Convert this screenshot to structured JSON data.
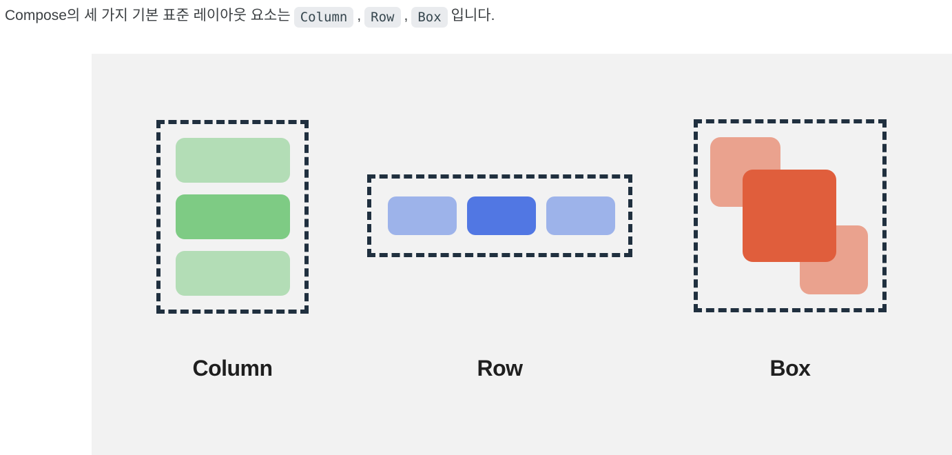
{
  "paragraph": {
    "prefix": "Compose의 세 가지 기본 표준 레이아웃 요소는",
    "chip_column": "Column",
    "comma": ",",
    "chip_row": "Row",
    "chip_box": "Box",
    "suffix": "입니다."
  },
  "figure": {
    "column_label": "Column",
    "row_label": "Row",
    "box_label": "Box"
  },
  "colors": {
    "page-bg": "#ffffff",
    "panel-bg": "#f2f2f2",
    "dash": "#20303f",
    "text": "#3c4043",
    "label-text": "#1f1f1f",
    "chip-bg": "#e9ebee",
    "chip-text": "#37474f",
    "green-light": "#b3ddb6",
    "green-bold": "#7ecb84",
    "blue-light": "#9db3ea",
    "blue-bold": "#5177e3",
    "orange-light": "#eaa28e",
    "orange-bold": "#e05e3c"
  }
}
